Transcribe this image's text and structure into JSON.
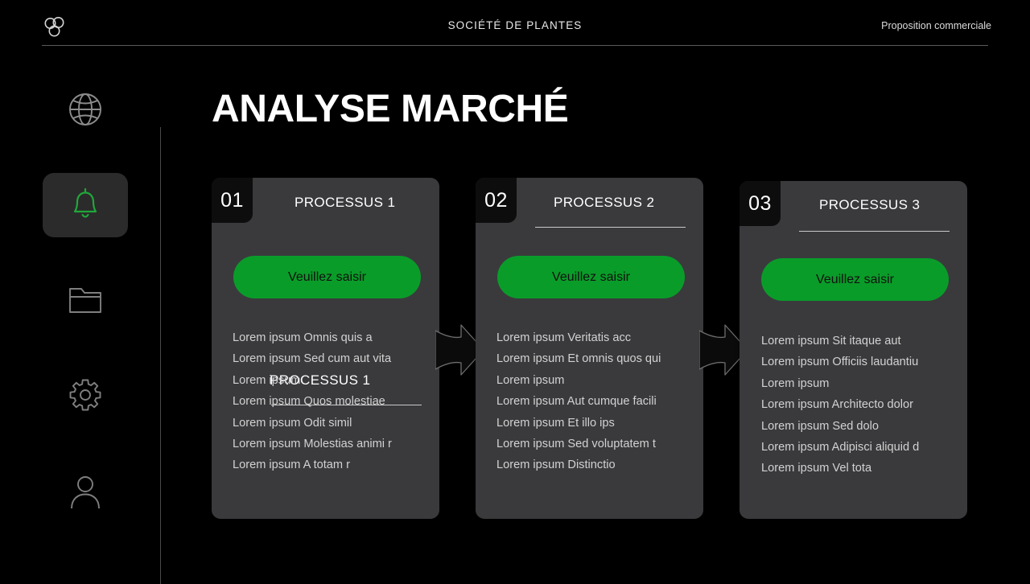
{
  "header": {
    "logo_icon": "three-circles-logo",
    "title": "SOCIÉTÉ DE PLANTES",
    "right_label": "Proposition commerciale"
  },
  "sidebar": {
    "items": [
      {
        "icon": "globe-icon",
        "name": "globe",
        "active": false
      },
      {
        "icon": "bell-icon",
        "name": "notifications",
        "active": true
      },
      {
        "icon": "folder-icon",
        "name": "files",
        "active": false
      },
      {
        "icon": "gear-icon",
        "name": "settings",
        "active": false
      },
      {
        "icon": "user-icon",
        "name": "account",
        "active": false
      }
    ]
  },
  "main": {
    "page_title": "ANALYSE MARCHÉ",
    "cards": [
      {
        "number": "01",
        "heading": "PROCESSUS 1",
        "button_label": "Veuillez saisir",
        "items": [
          "Lorem ipsum Omnis quis a",
          "Lorem ipsum Sed cum aut vita",
          "Lorem ipsum",
          "Lorem ipsum Quos molestiae",
          "Lorem ipsum Odit simil",
          "Lorem ipsum Molestias animi r",
          "Lorem ipsum A totam r"
        ]
      },
      {
        "number": "02",
        "heading": "PROCESSUS 2",
        "button_label": "Veuillez saisir",
        "items": [
          "Lorem ipsum Veritatis acc",
          "Lorem ipsum Et omnis quos qui",
          "Lorem ipsum",
          "Lorem ipsum Aut cumque facili",
          "Lorem ipsum Et illo ips",
          "Lorem ipsum Sed voluptatem t",
          "Lorem ipsum Distinctio"
        ]
      },
      {
        "number": "03",
        "heading": "PROCESSUS 3",
        "button_label": "Veuillez saisir",
        "items": [
          "Lorem ipsum Sit itaque aut",
          "Lorem ipsum Officiis laudantiu",
          "Lorem ipsum",
          "Lorem ipsum Architecto dolor",
          "Lorem ipsum Sed dolo",
          "Lorem ipsum Adipisci aliquid d",
          "Lorem ipsum Vel tota"
        ]
      }
    ],
    "connectors": [
      {
        "icon": "arrow-right-icon"
      },
      {
        "icon": "arrow-right-icon"
      }
    ]
  },
  "colors": {
    "background": "#000000",
    "card": "#3a3a3d",
    "badge": "#0d0d0d",
    "accent_green": "#0a9c29",
    "text_primary": "#ffffff",
    "text_secondary": "#d2d2d2",
    "rule": "#5a5a5a"
  }
}
